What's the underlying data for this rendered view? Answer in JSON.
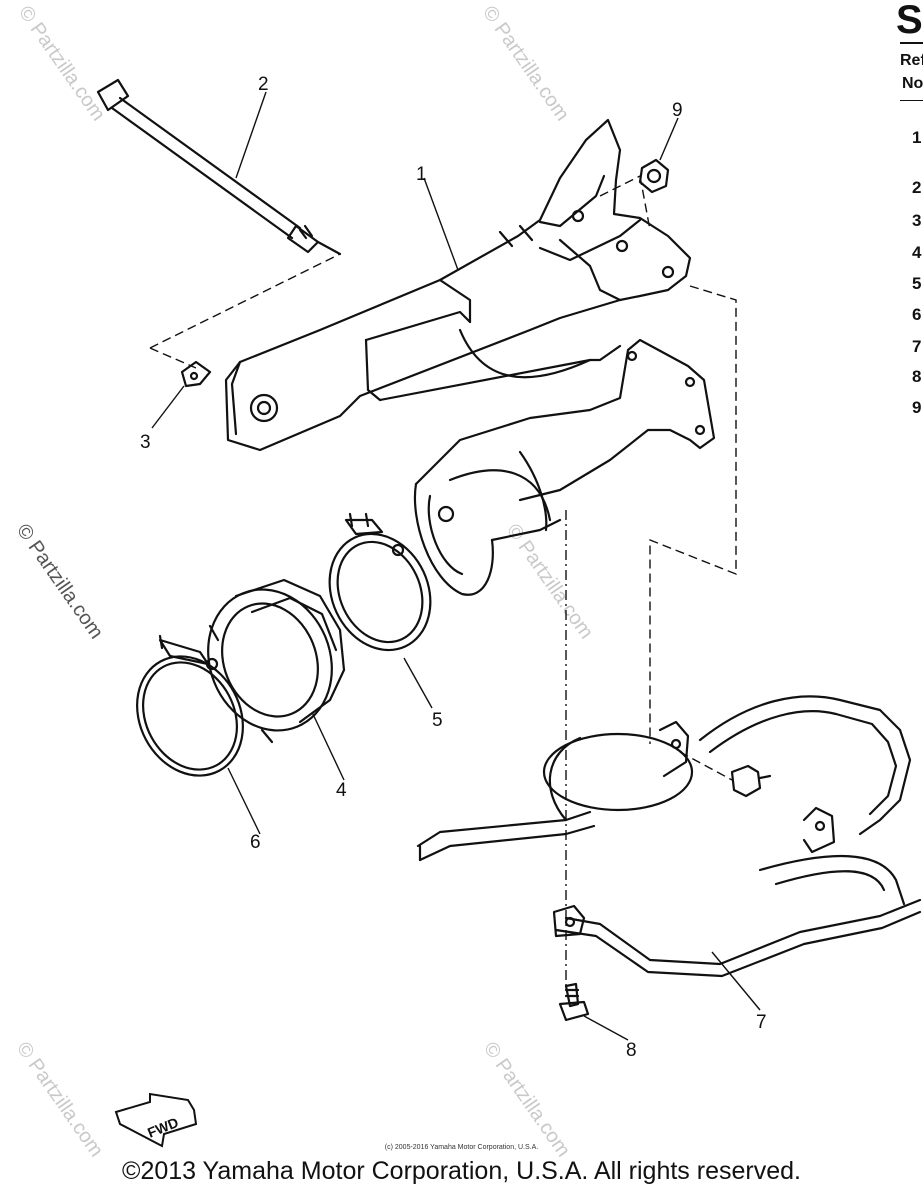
{
  "header": {
    "title_fragment": "S",
    "ref_label": "Ref",
    "no_label": "No"
  },
  "row_numbers": [
    "1",
    "2",
    "3",
    "4",
    "5",
    "6",
    "7",
    "8",
    "9"
  ],
  "callouts": {
    "c1": "1",
    "c2": "2",
    "c3": "3",
    "c4": "4",
    "c5": "5",
    "c6": "6",
    "c7": "7",
    "c8": "8",
    "c9": "9"
  },
  "fwd_label": "FWD",
  "watermark": "© Partzilla.com",
  "small_copyright": "(c) 2005-2016 Yamaha Motor Corporation, U.S.A.",
  "footer_copyright": "©2013 Yamaha Motor Corporation, U.S.A. All rights reserved."
}
